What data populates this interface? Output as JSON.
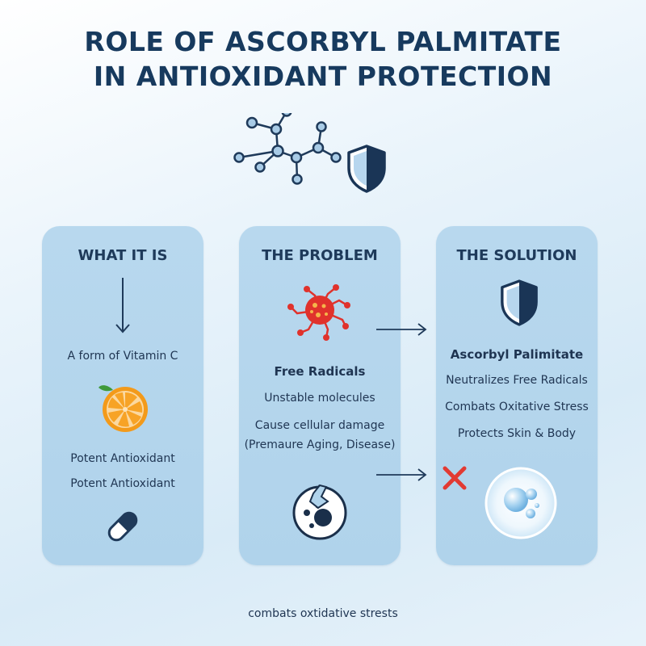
{
  "title": {
    "line1": "ROLE OF ASCORBYL PALMITATE",
    "line2": "IN ANTIOXIDANT PROTECTION"
  },
  "panels": [
    {
      "heading": "WHAT IT IS",
      "texts": [
        "A form of Vitamin C",
        "Potent Antioxidant",
        "Potent Antioxidant"
      ]
    },
    {
      "heading": "THE PROBLEM",
      "texts": [
        "Free Radicals",
        "Unstable molecules",
        "Cause cellular damage",
        "(Premaure Aging, Disease)"
      ]
    },
    {
      "heading": "THE SOLUTION",
      "texts": [
        "Ascorbyl Palimitate",
        "Neutralizes Free Radicals",
        "Combats Oxitative Stress",
        "Protects Skin & Body"
      ]
    }
  ],
  "footer": "combats oxtidative strests",
  "colors": {
    "navy": "#173a5e",
    "panel": "#b4d6ed",
    "radical": "#e0322c",
    "orange": "#f39a1a",
    "cross": "#e23a33"
  },
  "icons": [
    "molecule-icon",
    "shield-icon",
    "down-arrow-icon",
    "orange-slice-icon",
    "capsule-icon",
    "virus-icon",
    "cracked-cell-icon",
    "right-arrow-icon",
    "red-x-icon",
    "healthy-cell-icon"
  ]
}
